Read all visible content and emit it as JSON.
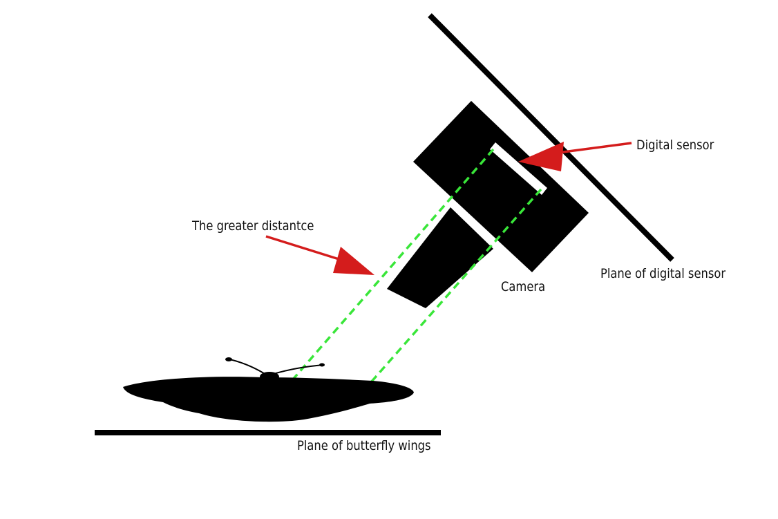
{
  "labels": {
    "digital_sensor": "Digital sensor",
    "greater_distance": "The greater distantce",
    "camera": "Camera",
    "plane_of_digital_sensor": "Plane of digital sensor",
    "plane_of_butterfly_wings": "Plane of butterfly wings"
  },
  "colors": {
    "ink": "#000000",
    "arrow": "#d41c1c",
    "light_path": "#39e639",
    "background": "#ffffff",
    "sensor": "#ffffff"
  }
}
